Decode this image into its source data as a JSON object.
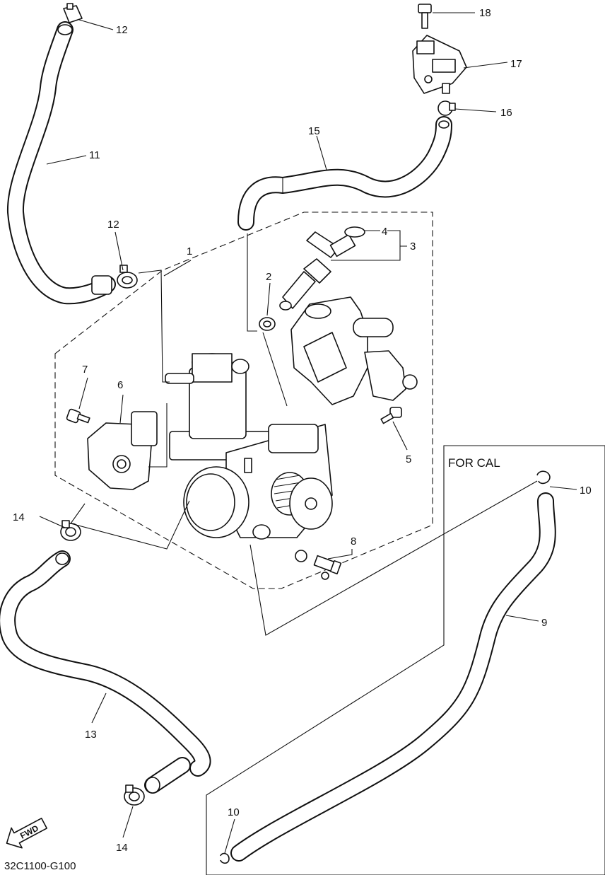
{
  "diagram": {
    "drawing_code": "32C1100-G100",
    "region_label": "FOR CAL",
    "fwd_label": "FWD",
    "callouts": [
      "1",
      "2",
      "3",
      "4",
      "5",
      "6",
      "7",
      "8",
      "9",
      "10",
      "10",
      "11",
      "12",
      "12",
      "13",
      "14",
      "14",
      "15",
      "16",
      "17",
      "18"
    ]
  }
}
